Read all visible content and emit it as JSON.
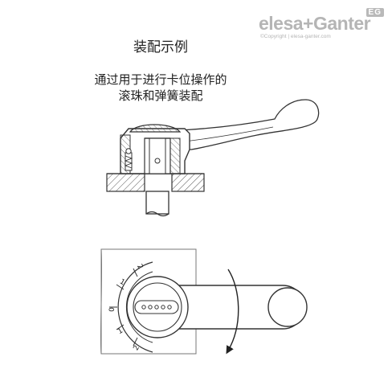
{
  "brand": {
    "logo_text": "elesa+Ganter",
    "badge": "EG",
    "copyright": "©Copyright | elesa-ganter.com"
  },
  "title": "装配示例",
  "caption": {
    "line1": "通过用于进行卡位操作的",
    "line2": "滚珠和弹簧装配"
  },
  "dial_marks": [
    "2",
    "1",
    "0",
    "1",
    "2"
  ],
  "colors": {
    "line": "#333333",
    "hatch": "#555555",
    "gray_fill": "#cfcfcf",
    "brand_gray": "#b5b5b5"
  }
}
